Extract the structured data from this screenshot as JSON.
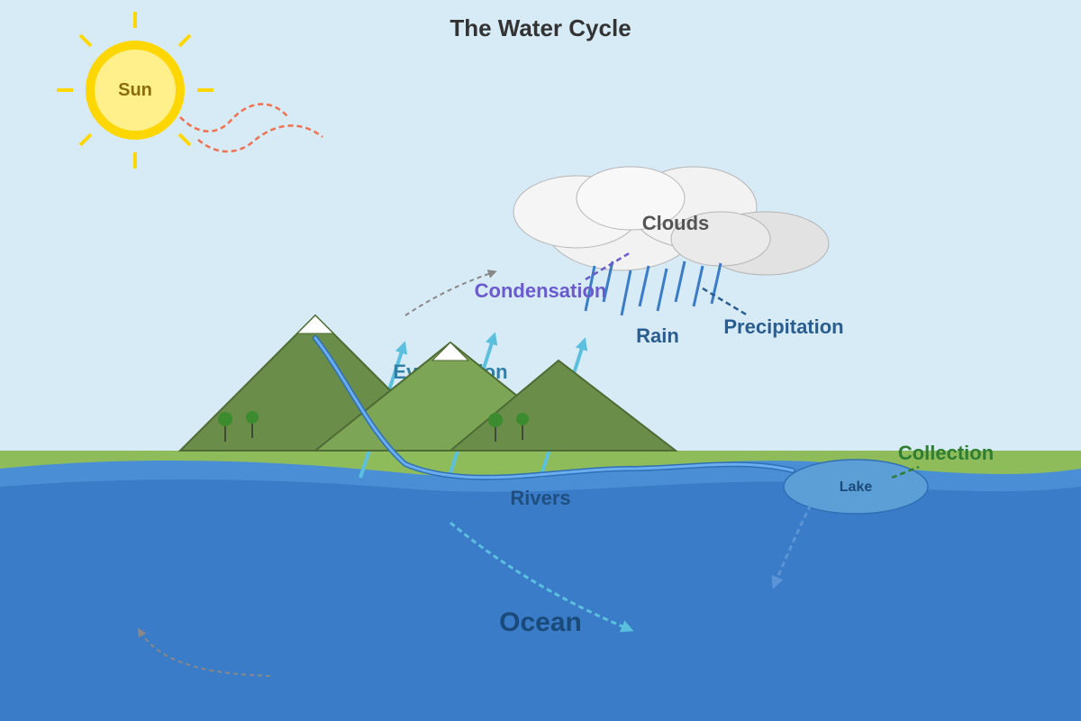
{
  "title": "The Water Cycle",
  "labels": {
    "sun": "Sun",
    "clouds": "Clouds",
    "condensation": "Condensation",
    "evaporation": "Evaporation",
    "rain": "Rain",
    "precipitation": "Precipitation",
    "collection": "Collection",
    "lake": "Lake",
    "rivers": "Rivers",
    "ocean": "Ocean"
  },
  "colors": {
    "sky": "#d7ebf6",
    "sun_ring": "#ffd700",
    "sun_fill": "#fff08c",
    "heat_waves": "#f07050",
    "cloud": "#f5f5f5",
    "mountain_dark": "#6a8d4a",
    "mountain_light": "#7da556",
    "grass": "#8fbc5a",
    "ocean": "#3a7cc8",
    "evaporation": "#5bc0de",
    "condensation": "#6a5acd",
    "precipitation": "#2a5d8f",
    "collection": "#2e7d32",
    "lake": "#5b9fd6"
  }
}
